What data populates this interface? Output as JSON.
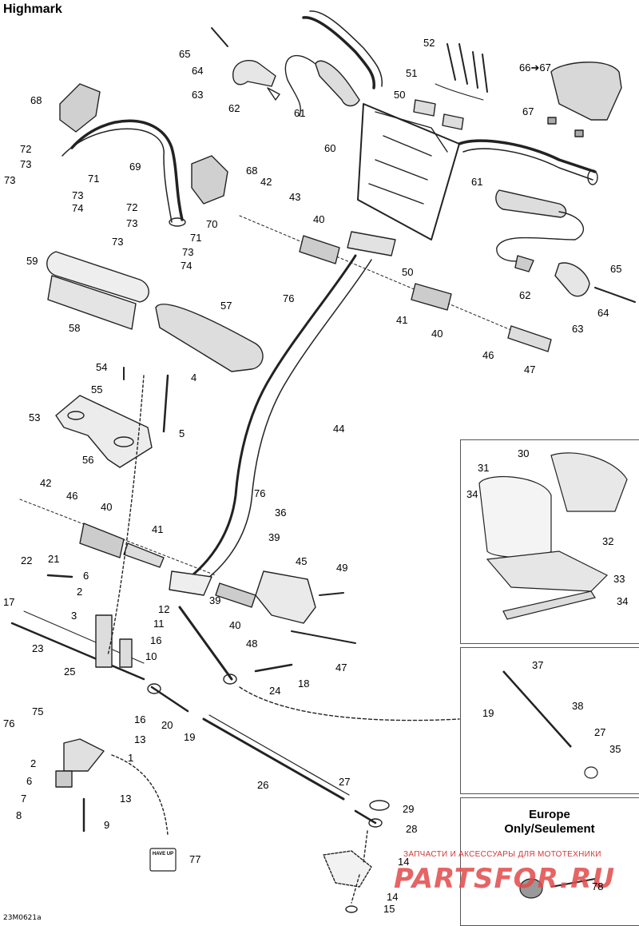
{
  "title": "Highmark",
  "footer_code": "23M0621a",
  "europe_title_line1": "Europe",
  "europe_title_line2": "Only/Seulement",
  "watermark_text": "ЗАПЧАСТИ И АКСЕССУАРЫ ДЛЯ МОТОТЕХНИКИ",
  "watermark_logo": "PARTSFOR.RU",
  "hwt_label": "HAVE UP",
  "callouts": [
    {
      "id": "c65a",
      "text": "65"
    },
    {
      "id": "c64a",
      "text": "64"
    },
    {
      "id": "c63a",
      "text": "63"
    },
    {
      "id": "c62a",
      "text": "62"
    },
    {
      "id": "c61a",
      "text": "61"
    },
    {
      "id": "c52",
      "text": "52"
    },
    {
      "id": "c51",
      "text": "51"
    },
    {
      "id": "c50a",
      "text": "50"
    },
    {
      "id": "c6667",
      "text": "66➔67"
    },
    {
      "id": "c67",
      "text": "67"
    },
    {
      "id": "c68a",
      "text": "68"
    },
    {
      "id": "c72a",
      "text": "72"
    },
    {
      "id": "c73a",
      "text": "73"
    },
    {
      "id": "c73b",
      "text": "73"
    },
    {
      "id": "c71a",
      "text": "71"
    },
    {
      "id": "c73c",
      "text": "73"
    },
    {
      "id": "c74a",
      "text": "74"
    },
    {
      "id": "c69",
      "text": "69"
    },
    {
      "id": "c68b",
      "text": "68"
    },
    {
      "id": "c72b",
      "text": "72"
    },
    {
      "id": "c73d",
      "text": "73"
    },
    {
      "id": "c70",
      "text": "70"
    },
    {
      "id": "c73e",
      "text": "73"
    },
    {
      "id": "c71b",
      "text": "71"
    },
    {
      "id": "c73f",
      "text": "73"
    },
    {
      "id": "c74b",
      "text": "74"
    },
    {
      "id": "c60",
      "text": "60"
    },
    {
      "id": "c42a",
      "text": "42"
    },
    {
      "id": "c43",
      "text": "43"
    },
    {
      "id": "c40a",
      "text": "40"
    },
    {
      "id": "c61b",
      "text": "61"
    },
    {
      "id": "c59",
      "text": "59"
    },
    {
      "id": "c58",
      "text": "58"
    },
    {
      "id": "c57",
      "text": "57"
    },
    {
      "id": "c50b",
      "text": "50"
    },
    {
      "id": "c76a",
      "text": "76"
    },
    {
      "id": "c41a",
      "text": "41"
    },
    {
      "id": "c40b",
      "text": "40"
    },
    {
      "id": "c62b",
      "text": "62"
    },
    {
      "id": "c65b",
      "text": "65"
    },
    {
      "id": "c64b",
      "text": "64"
    },
    {
      "id": "c63b",
      "text": "63"
    },
    {
      "id": "c46a",
      "text": "46"
    },
    {
      "id": "c47a",
      "text": "47"
    },
    {
      "id": "c54",
      "text": "54"
    },
    {
      "id": "c4",
      "text": "4"
    },
    {
      "id": "c55",
      "text": "55"
    },
    {
      "id": "c53",
      "text": "53"
    },
    {
      "id": "c5",
      "text": "5"
    },
    {
      "id": "c56",
      "text": "56"
    },
    {
      "id": "c44",
      "text": "44"
    },
    {
      "id": "c42b",
      "text": "42"
    },
    {
      "id": "c46b",
      "text": "46"
    },
    {
      "id": "c40c",
      "text": "40"
    },
    {
      "id": "c76b",
      "text": "76"
    },
    {
      "id": "c36",
      "text": "36"
    },
    {
      "id": "c39a",
      "text": "39"
    },
    {
      "id": "c41b",
      "text": "41"
    },
    {
      "id": "c22",
      "text": "22"
    },
    {
      "id": "c21",
      "text": "21"
    },
    {
      "id": "c45",
      "text": "45"
    },
    {
      "id": "c49",
      "text": "49"
    },
    {
      "id": "c6a",
      "text": "6"
    },
    {
      "id": "c2a",
      "text": "2"
    },
    {
      "id": "c17",
      "text": "17"
    },
    {
      "id": "c3",
      "text": "3"
    },
    {
      "id": "c12",
      "text": "12"
    },
    {
      "id": "c11",
      "text": "11"
    },
    {
      "id": "c39b",
      "text": "39"
    },
    {
      "id": "c40d",
      "text": "40"
    },
    {
      "id": "c23",
      "text": "23"
    },
    {
      "id": "c16a",
      "text": "16"
    },
    {
      "id": "c10",
      "text": "10"
    },
    {
      "id": "c48",
      "text": "48"
    },
    {
      "id": "c47b",
      "text": "47"
    },
    {
      "id": "c25",
      "text": "25"
    },
    {
      "id": "c24",
      "text": "24"
    },
    {
      "id": "c18",
      "text": "18"
    },
    {
      "id": "c75",
      "text": "75"
    },
    {
      "id": "c76c",
      "text": "76"
    },
    {
      "id": "c16b",
      "text": "16"
    },
    {
      "id": "c13a",
      "text": "13"
    },
    {
      "id": "c20",
      "text": "20"
    },
    {
      "id": "c19a",
      "text": "19"
    },
    {
      "id": "c1",
      "text": "1"
    },
    {
      "id": "c2b",
      "text": "2"
    },
    {
      "id": "c6b",
      "text": "6"
    },
    {
      "id": "c13b",
      "text": "13"
    },
    {
      "id": "c7",
      "text": "7"
    },
    {
      "id": "c8",
      "text": "8"
    },
    {
      "id": "c9",
      "text": "9"
    },
    {
      "id": "c26",
      "text": "26"
    },
    {
      "id": "c27a",
      "text": "27"
    },
    {
      "id": "c29",
      "text": "29"
    },
    {
      "id": "c28",
      "text": "28"
    },
    {
      "id": "c77",
      "text": "77"
    },
    {
      "id": "c14a",
      "text": "14"
    },
    {
      "id": "c14b",
      "text": "14"
    },
    {
      "id": "c15",
      "text": "15"
    },
    {
      "id": "c30",
      "text": "30"
    },
    {
      "id": "c31",
      "text": "31"
    },
    {
      "id": "c34a",
      "text": "34"
    },
    {
      "id": "c32",
      "text": "32"
    },
    {
      "id": "c33",
      "text": "33"
    },
    {
      "id": "c34b",
      "text": "34"
    },
    {
      "id": "c37",
      "text": "37"
    },
    {
      "id": "c38",
      "text": "38"
    },
    {
      "id": "c19b",
      "text": "19"
    },
    {
      "id": "c27b",
      "text": "27"
    },
    {
      "id": "c35",
      "text": "35"
    },
    {
      "id": "c78",
      "text": "78"
    }
  ]
}
